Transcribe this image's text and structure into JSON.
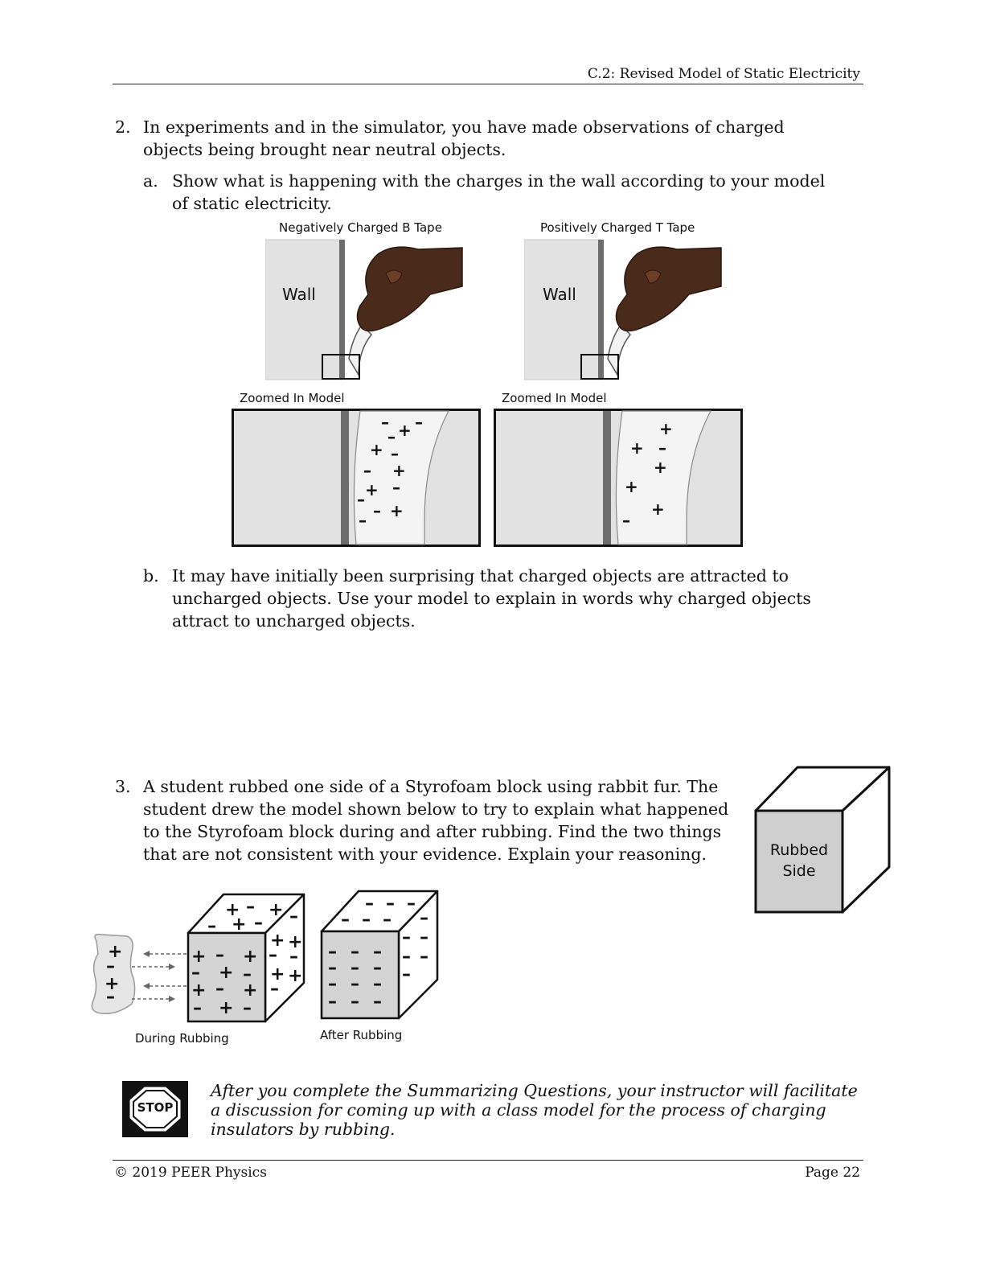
{
  "header": {
    "title": "C.2: Revised Model of Static Electricity"
  },
  "q2": {
    "number": "2.",
    "text": "In experiments and in the simulator, you have made observations of charged objects being brought near neutral objects.",
    "a": {
      "label": "a.",
      "text": "Show what is happening with the charges in the wall according to your model of static electricity."
    },
    "b": {
      "label": "b.",
      "text": "It may have initially been surprising that charged objects are attracted to uncharged objects.  Use your model to explain in words why charged objects attract to uncharged objects."
    },
    "figure": {
      "left_title": "Negatively Charged B Tape",
      "right_title": "Positively Charged T Tape",
      "wall_label": "Wall",
      "zoom_label": "Zoomed In Model"
    }
  },
  "q3": {
    "number": "3.",
    "text": "A student rubbed one side of a Styrofoam block using rabbit fur.  The student drew the model shown below to try to explain what happened to the Styrofoam block during and after rubbing.  Find the two things that are not consistent with your evidence.  Explain your reasoning.",
    "cube_label_line1": "Rubbed",
    "cube_label_line2": "Side",
    "during_label": "During Rubbing",
    "after_label": "After Rubbing"
  },
  "stop": {
    "sign_text": "STOP",
    "text": "After you complete the Summarizing Questions, your instructor will facilitate a discussion for coming up with a class model for the process of charging insulators by rubbing."
  },
  "footer": {
    "copyright": "© 2019 PEER Physics",
    "page": "Page 22"
  }
}
